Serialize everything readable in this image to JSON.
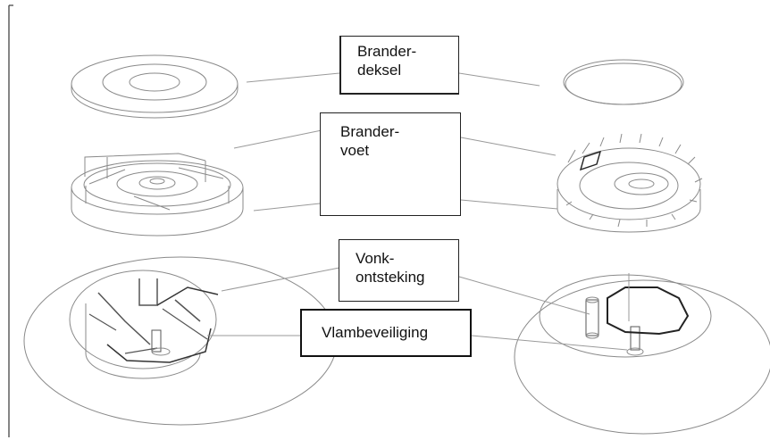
{
  "labels": {
    "branderdeksel": "Brander-\ndeksel",
    "brandervoet": "Brander-\nvoet",
    "vonkontsteking": "Vonk-\nontsteking",
    "vlambeveiliging": "Vlambeveiliging"
  },
  "colors": {
    "line": "#7f7f7f",
    "dark_line": "#222222",
    "box_border": "#222222"
  }
}
